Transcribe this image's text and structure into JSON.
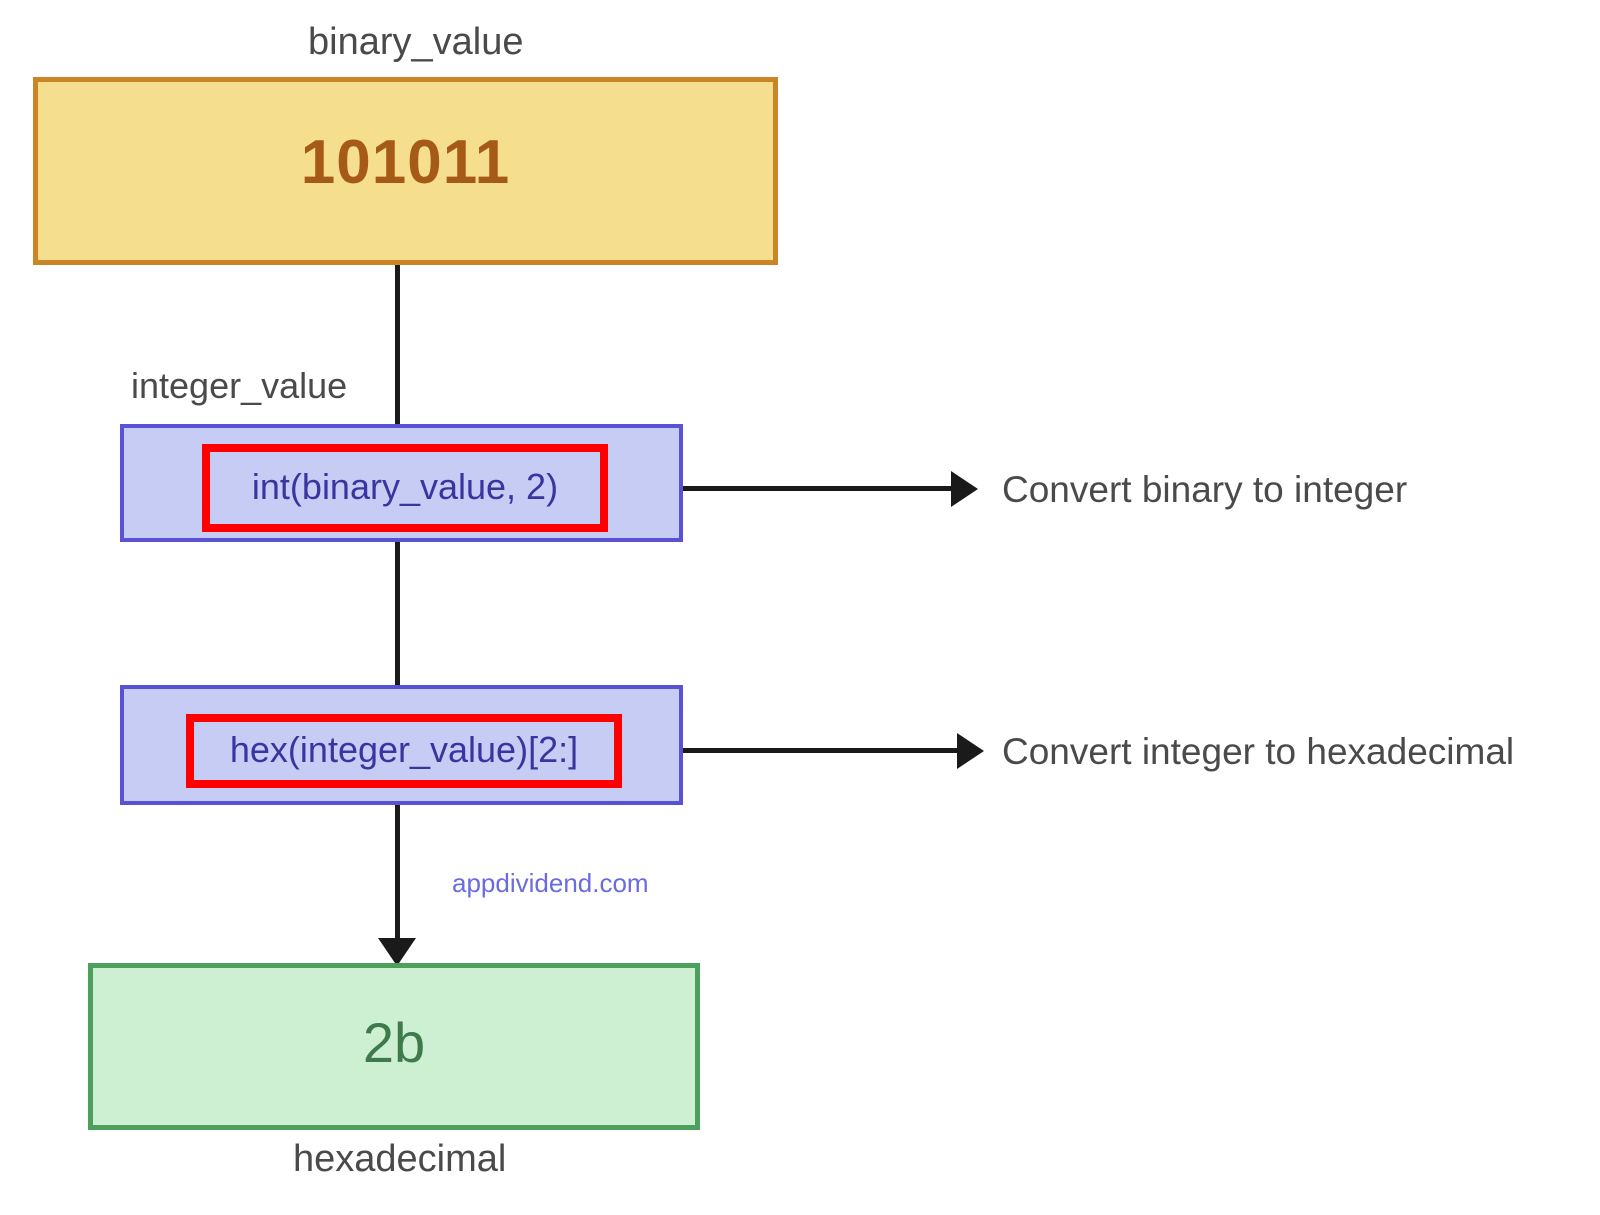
{
  "diagram": {
    "title_label": "binary_value",
    "watermark": "appdividend.com",
    "nodes": {
      "binary": {
        "label": "binary_value",
        "value": "101011",
        "fill_color": "#F5DF8E",
        "border_color": "#CB8526",
        "text_color": "#A55A18"
      },
      "integer": {
        "label": "integer_value",
        "code": "int(binary_value, 2)",
        "fill_color": "#C7CCF4",
        "border_color": "#5A52D5",
        "highlight_color": "#FF0000",
        "text_color": "#3A34A0"
      },
      "hex_step": {
        "label": "",
        "code": "hex(integer_value)[2:]",
        "fill_color": "#C7CCF4",
        "border_color": "#5A52D5",
        "highlight_color": "#FF0000",
        "text_color": "#3A34A0"
      },
      "hexadecimal": {
        "label": "hexadecimal",
        "value": "2b",
        "fill_color": "#CDEFD2",
        "border_color": "#4CA05C",
        "text_color": "#3E7A4A"
      }
    },
    "annotations": [
      {
        "text": "Convert binary to integer"
      },
      {
        "text": "Convert integer to hexadecimal"
      }
    ]
  }
}
